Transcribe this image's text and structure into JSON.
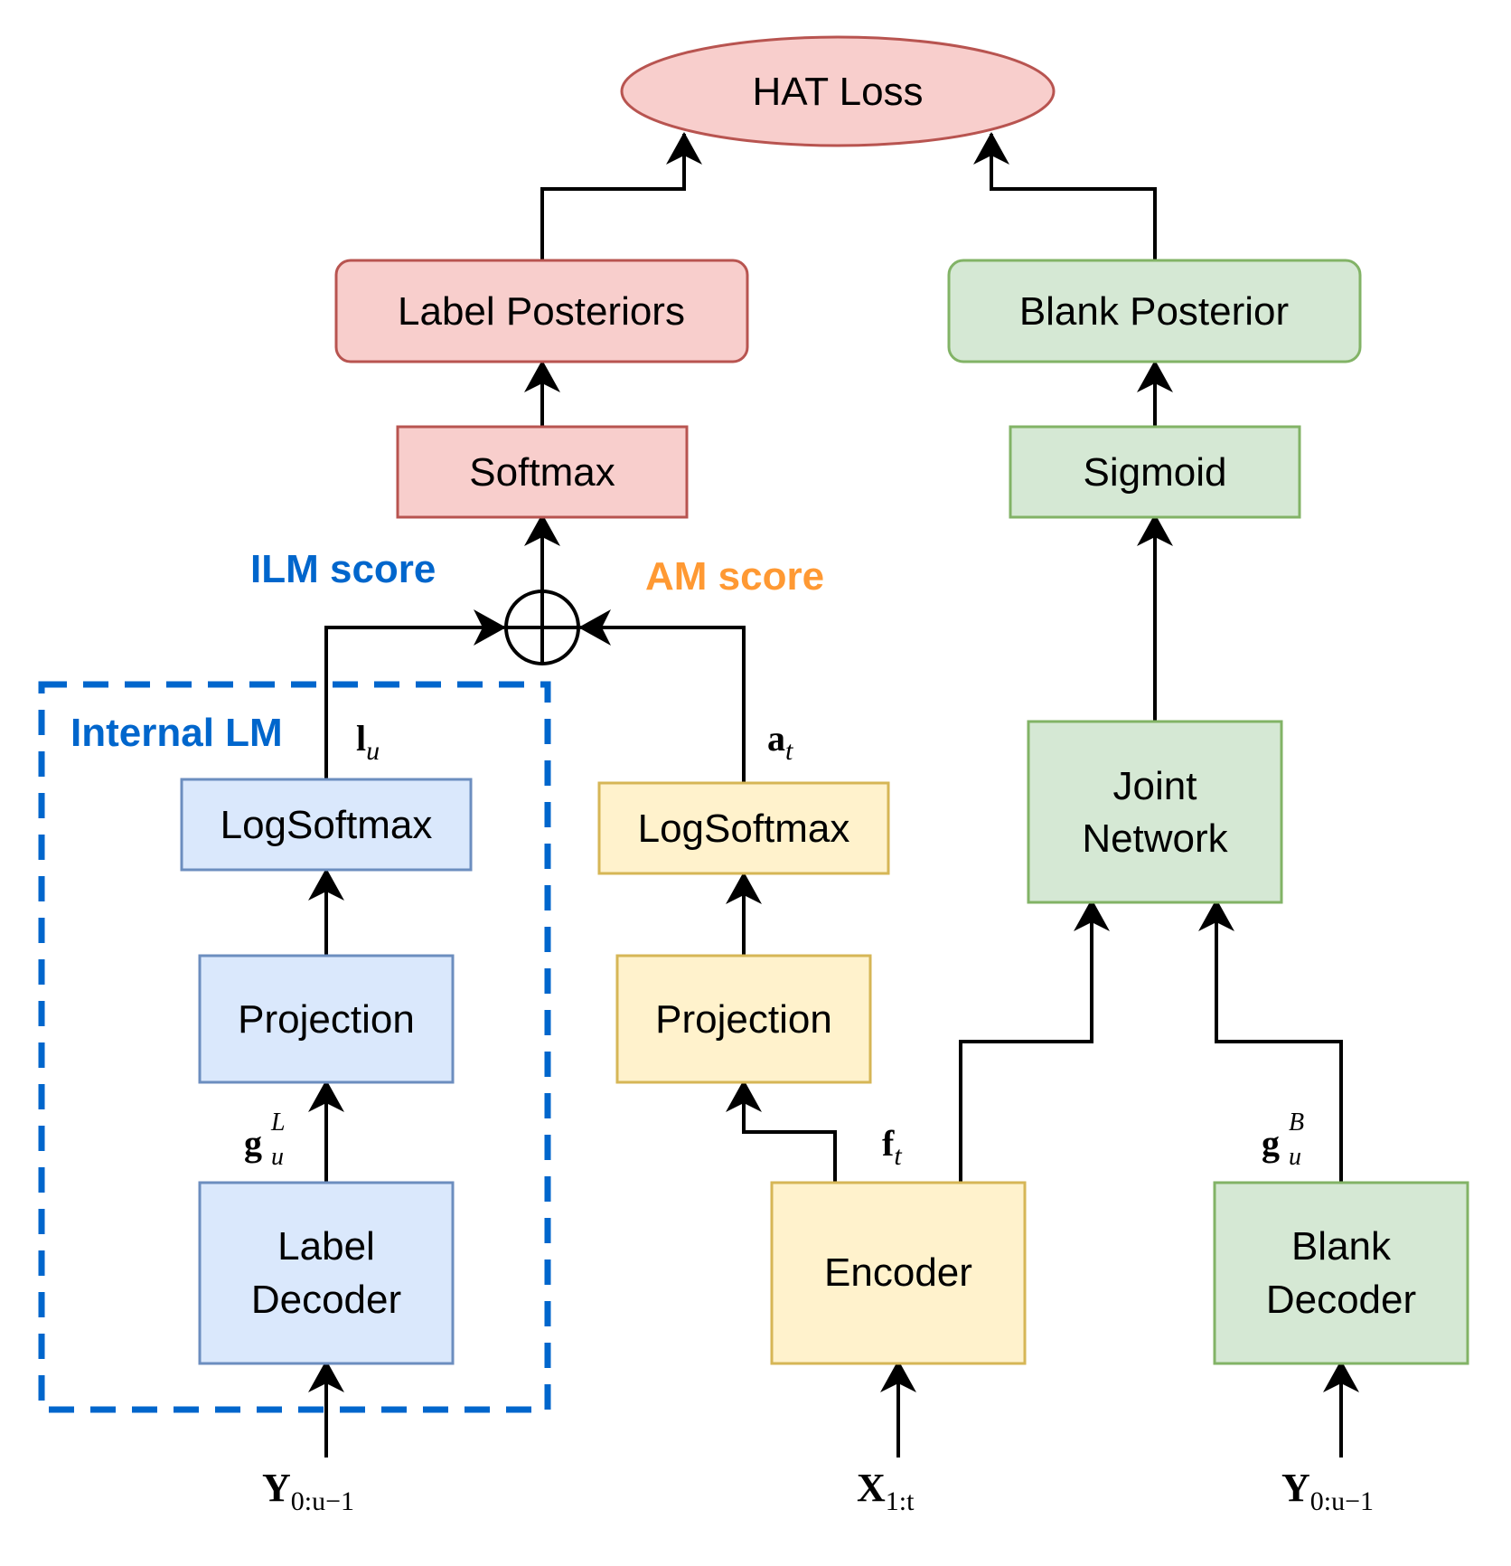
{
  "loss": {
    "label": "HAT Loss"
  },
  "label_posteriors": {
    "label": "Label Posteriors"
  },
  "blank_posterior": {
    "label": "Blank Posterior"
  },
  "softmax": {
    "label": "Softmax"
  },
  "sigmoid": {
    "label": "Sigmoid"
  },
  "scores": {
    "ilm": "ILM score",
    "am": "AM score"
  },
  "internal_lm": {
    "label": "Internal LM"
  },
  "ilm_logsoftmax": {
    "label": "LogSoftmax"
  },
  "ilm_projection": {
    "label": "Projection"
  },
  "label_decoder": {
    "line1": "Label",
    "line2": "Decoder"
  },
  "am_logsoftmax": {
    "label": "LogSoftmax"
  },
  "am_projection": {
    "label": "Projection"
  },
  "encoder": {
    "label": "Encoder"
  },
  "joint_network": {
    "line1": "Joint",
    "line2": "Network"
  },
  "blank_decoder": {
    "line1": "Blank",
    "line2": "Decoder"
  },
  "symbols": {
    "l_base": "l",
    "l_sub": "u",
    "a_base": "a",
    "a_sub": "t",
    "gL_base": "g",
    "gL_sub": "u",
    "gL_sup": "L",
    "f_base": "f",
    "f_sub": "t",
    "gB_base": "g",
    "gB_sub": "u",
    "gB_sup": "B",
    "y_left_base": "Y",
    "y_left_sub": "0:u−1",
    "x_base": "X",
    "x_sub": "1:t",
    "y_right_base": "Y",
    "y_right_sub": "0:u−1"
  },
  "colors": {
    "red_fill": "#f8cecc",
    "red_stroke": "#b85450",
    "green_fill": "#d5e8d4",
    "green_stroke": "#82b366",
    "blue_fill": "#dae8fc",
    "blue_stroke": "#6c8ebf",
    "yellow_fill": "#fff2cc",
    "yellow_stroke": "#d6b656",
    "ilm_text": "#0066cc",
    "am_text": "#ff9933",
    "internal_lm_border": "#0066cc"
  }
}
